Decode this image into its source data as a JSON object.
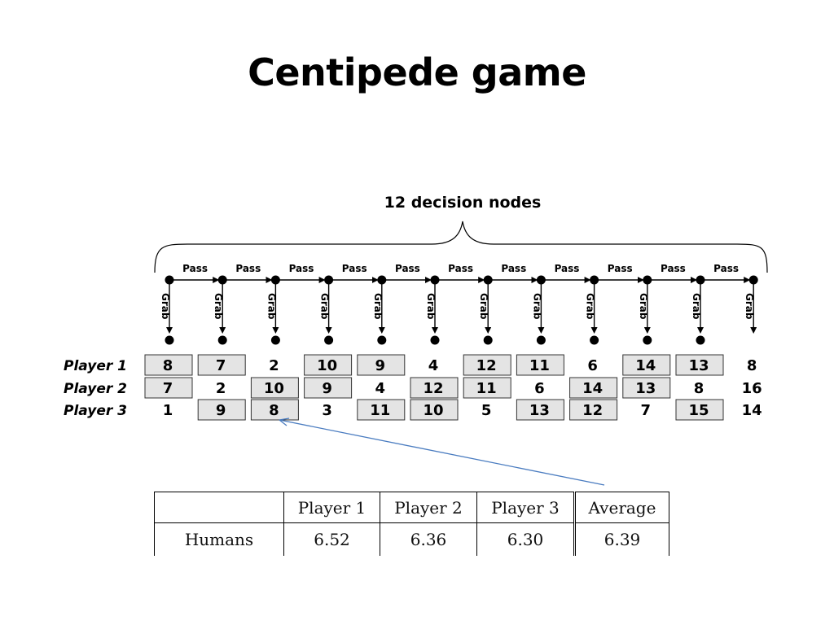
{
  "slide": {
    "title": "Centipede game"
  },
  "diagram": {
    "brace_label": "12 decision nodes",
    "pass_label": "Pass",
    "grab_label": "Grab",
    "players": [
      "Player 1",
      "Player 2",
      "Player 3"
    ],
    "payoffs": [
      {
        "p1": "8",
        "p2": "7",
        "p3": "1",
        "boxed": [
          true,
          true,
          false
        ]
      },
      {
        "p1": "7",
        "p2": "2",
        "p3": "9",
        "boxed": [
          true,
          false,
          true
        ]
      },
      {
        "p1": "2",
        "p2": "10",
        "p3": "8",
        "boxed": [
          false,
          true,
          true
        ]
      },
      {
        "p1": "10",
        "p2": "9",
        "p3": "3",
        "boxed": [
          true,
          true,
          false
        ]
      },
      {
        "p1": "9",
        "p2": "4",
        "p3": "11",
        "boxed": [
          true,
          false,
          true
        ]
      },
      {
        "p1": "4",
        "p2": "12",
        "p3": "10",
        "boxed": [
          false,
          true,
          true
        ]
      },
      {
        "p1": "12",
        "p2": "11",
        "p3": "5",
        "boxed": [
          true,
          true,
          false
        ]
      },
      {
        "p1": "11",
        "p2": "6",
        "p3": "13",
        "boxed": [
          true,
          false,
          true
        ]
      },
      {
        "p1": "6",
        "p2": "14",
        "p3": "12",
        "boxed": [
          false,
          true,
          true
        ]
      },
      {
        "p1": "14",
        "p2": "13",
        "p3": "7",
        "boxed": [
          true,
          true,
          false
        ]
      },
      {
        "p1": "13",
        "p2": "8",
        "p3": "15",
        "boxed": [
          true,
          false,
          true
        ]
      },
      {
        "p1": "8",
        "p2": "16",
        "p3": "14",
        "boxed": [
          false,
          false,
          false
        ]
      }
    ],
    "box_fill": "#e4e4e4",
    "arrow_color": "#4a7cc0"
  },
  "table": {
    "headers": [
      "",
      "Player 1",
      "Player 2",
      "Player 3",
      "Average"
    ],
    "rows": [
      {
        "label": "Humans",
        "values": [
          "6.52",
          "6.36",
          "6.30",
          "6.39"
        ]
      }
    ]
  }
}
